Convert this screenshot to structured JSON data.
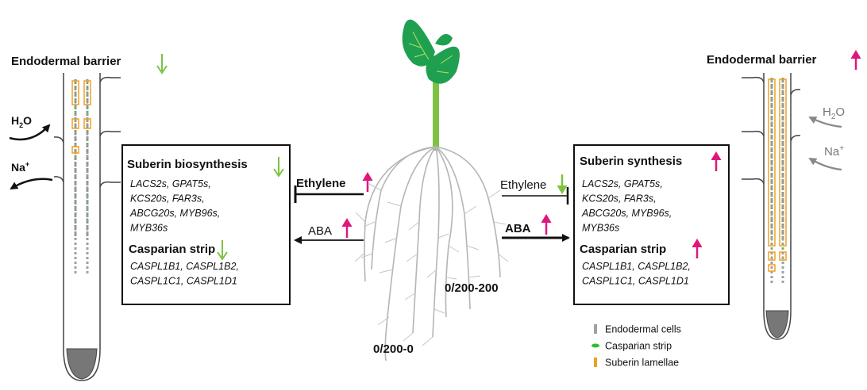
{
  "left_panel": {
    "title": "Endodermal barrier",
    "h2o": "H",
    "h2o_sub": "2",
    "h2o_tail": "O",
    "na": "Na",
    "na_sup": "+"
  },
  "right_panel": {
    "title": "Endodermal barrier",
    "h2o": "H",
    "h2o_sub": "2",
    "h2o_tail": "O",
    "na": "Na",
    "na_sup": "+"
  },
  "left_box": {
    "suberin_title": "Suberin biosynthesis",
    "suberin_genes": [
      [
        "LACS2s",
        "GPAT5s"
      ],
      [
        "KCS20s",
        "FAR3s"
      ],
      [
        "ABCG20s",
        "MYB96s"
      ],
      [
        "MYB36s"
      ]
    ],
    "casparian_title": "Casparian strip",
    "casparian_genes": [
      [
        "CASPL1B1",
        "CASPL1B2"
      ],
      [
        "CASPL1C1",
        "CASPL1D1"
      ]
    ]
  },
  "right_box": {
    "suberin_title": "Suberin synthesis",
    "suberin_genes": [
      [
        "LACS2s",
        "GPAT5s"
      ],
      [
        "KCS20s",
        "FAR3s"
      ],
      [
        "ABCG20s",
        "MYB96s"
      ],
      [
        "MYB36s"
      ]
    ],
    "casparian_title": "Casparian strip",
    "casparian_genes": [
      [
        "CASPL1B1",
        "CASPL1B2"
      ],
      [
        "CASPL1C1",
        "CASPL1D1"
      ]
    ]
  },
  "signals": {
    "left_ethylene": "Ethylene",
    "left_aba": "ABA",
    "right_ethylene": "Ethylene",
    "right_aba": "ABA"
  },
  "treatments": {
    "left": "0/200-0",
    "right": "0/200-200"
  },
  "legend": [
    {
      "label": "Endodermal cells",
      "color": "#a0a0a0"
    },
    {
      "label": "Casparian strip",
      "color": "#33bb33"
    },
    {
      "label": "Suberin lamellae",
      "color": "#f0a020"
    }
  ],
  "colors": {
    "up_arrow": "#e0177a",
    "down_arrow": "#7dc242",
    "leaf": "#1fa050",
    "stem": "#7dc242",
    "root": "#b5b5b5"
  }
}
